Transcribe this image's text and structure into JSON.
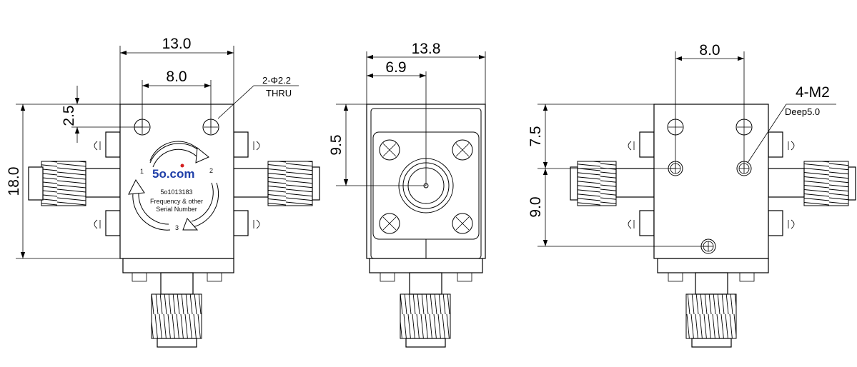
{
  "front_view": {
    "dim_width": "13.0",
    "dim_hole_spacing": "8.0",
    "dim_hole_offset": "2.5",
    "dim_height": "18.0",
    "hole_note_line1": "2-Φ2.2",
    "hole_note_line2": "THRU",
    "logo": {
      "brand": "5o.com",
      "brand_color": "#1f3fa8",
      "dot_color": "#d42020"
    },
    "port_labels": [
      "1",
      "2",
      "3"
    ],
    "label_line1": "5o1013183",
    "label_line2": "Frequency & other",
    "label_line3": "Serial Number"
  },
  "side_view": {
    "dim_width": "13.8",
    "dim_center_offset": "6.9",
    "dim_center_height": "9.5"
  },
  "rear_view": {
    "dim_hole_spacing": "8.0",
    "dim_upper": "7.5",
    "dim_lower": "9.0",
    "tap_note_line1": "4-M2",
    "tap_note_line2": "Deep5.0"
  }
}
